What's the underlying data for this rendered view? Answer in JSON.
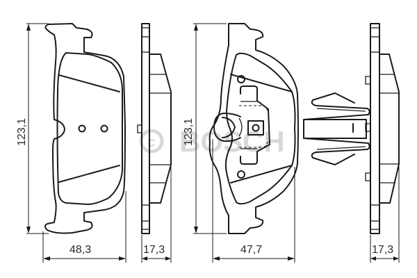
{
  "figure": {
    "type": "technical-drawing",
    "subject": "brake pad set",
    "watermark": {
      "copyright": "©",
      "brand": "BOSCH"
    },
    "views": [
      {
        "name": "pad-1-front",
        "dimension_label": "123,1",
        "dimension_axis": "height"
      },
      {
        "name": "pad-1-front",
        "dimension_label": "48,3",
        "dimension_axis": "width"
      },
      {
        "name": "pad-1-side",
        "dimension_label": "17,3",
        "dimension_axis": "thickness"
      },
      {
        "name": "pad-2-front",
        "dimension_label": "123,1",
        "dimension_axis": "height"
      },
      {
        "name": "pad-2-front",
        "dimension_label": "47,7",
        "dimension_axis": "width"
      },
      {
        "name": "pad-2-side",
        "dimension_label": "17,3",
        "dimension_axis": "thickness"
      }
    ]
  },
  "dimensions": {
    "pad1_height": "123,1",
    "pad1_width": "48,3",
    "pad1_thickness": "17,3",
    "pad2_height": "123,1",
    "pad2_width": "47,7",
    "pad2_thickness": "17,3"
  },
  "colors": {
    "line": "#1a1a1a",
    "background": "#ffffff",
    "watermark": "#d8d8d8"
  }
}
